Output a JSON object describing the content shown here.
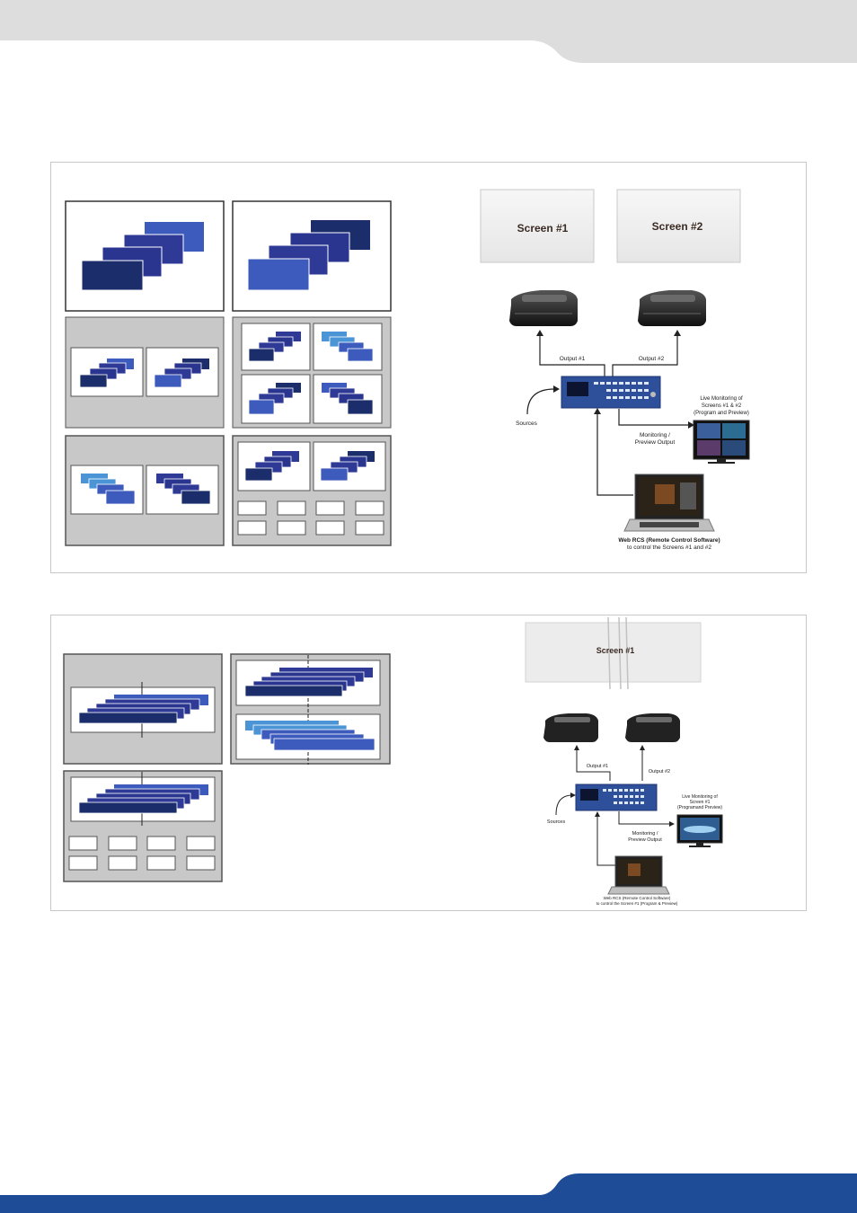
{
  "colors": {
    "header_band": "#dddddd",
    "footer_band": "#1f4c96",
    "panel_border": "#c8c8c8",
    "mode_box_gray": "#c8c8c8",
    "layer_dark": "#1b2d6b",
    "layer_mid": "#2f3a96",
    "layer_blue": "#3c5bbd",
    "layer_light": "#4b95d6"
  },
  "diagram_1": {
    "screen_1_label": "Screen #1",
    "screen_2_label": "Screen #2",
    "output_1_label": "Output #1",
    "output_2_label": "Output #2",
    "sources_label": "Sources",
    "monitoring_label_line1": "Monitoring /",
    "monitoring_label_line2": "Preview Output",
    "live_monitoring_line1": "Live Monitoring of",
    "live_monitoring_line2": "Screens #1 & #2",
    "live_monitoring_line3": "(Program and Preview)",
    "web_rcs_line1": "Web RCS (Remote Control Software)",
    "web_rcs_line2": "to control the Screens #1 and #2"
  },
  "diagram_2": {
    "screen_1_label": "Screen #1",
    "output_1_label": "Output #1",
    "output_2_label": "Output #2",
    "sources_label": "Sources",
    "monitoring_label_line1": "Monitoring /",
    "monitoring_label_line2": "Preview Output",
    "live_monitoring_line1": "Live Monitoring of",
    "live_monitoring_line2": "Screen #1",
    "live_monitoring_line3": "(Programand Preview)",
    "web_rcs_line1": "Web RCS (Remote Control Software)",
    "web_rcs_line2": "to control the Screen #1 (Program & Preview)"
  }
}
